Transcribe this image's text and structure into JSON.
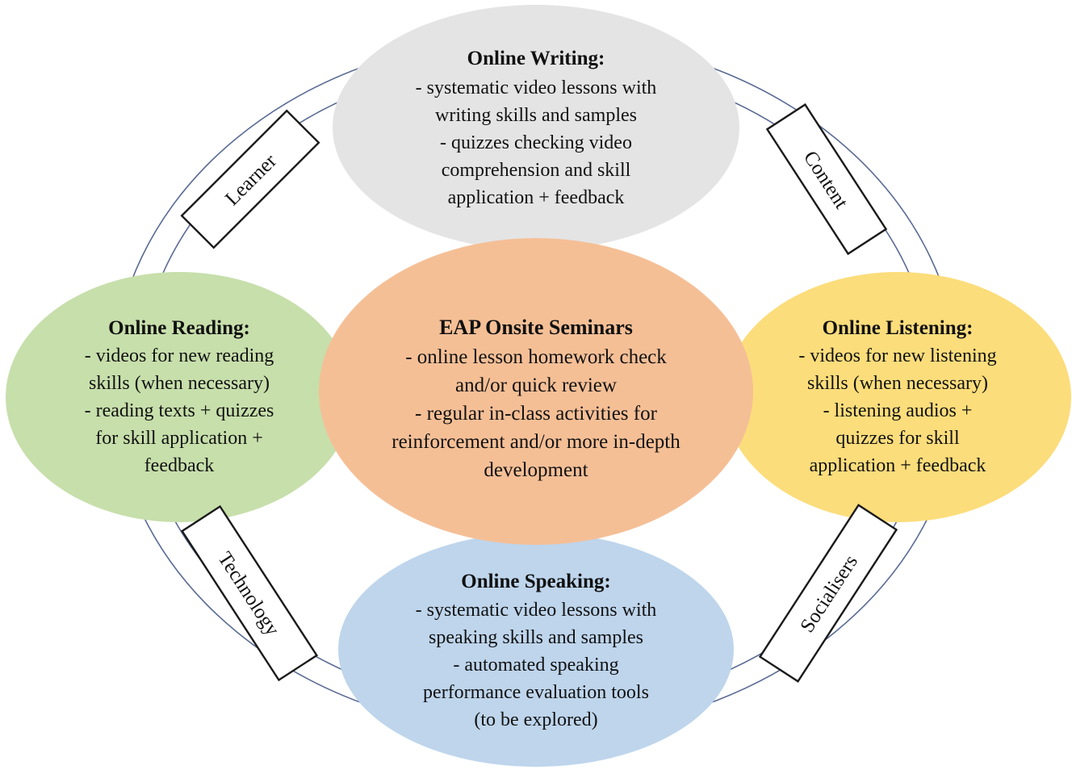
{
  "diagram": {
    "type": "venn-cluster-diagram",
    "background_color": "#ffffff",
    "ring": {
      "stroke_color": "#5a6b94",
      "stroke_width": 1.6,
      "description": "two thin concentric arcs forming a ring behind the ellipses"
    },
    "center_node": {
      "id": "eap-onsite-seminars",
      "color": "#f5bf96",
      "title": "EAP Onsite Seminars",
      "lines": [
        "- online lesson homework check",
        "and/or quick review",
        "- regular in-class activities for",
        "reinforcement and/or more in-depth",
        "development"
      ]
    },
    "nodes": [
      {
        "id": "online-writing",
        "position": "top",
        "color": "#e4e4e4",
        "title": "Online Writing:",
        "lines": [
          "- systematic video lessons with",
          "writing skills and samples",
          "- quizzes checking video",
          "comprehension and skill",
          "application + feedback"
        ]
      },
      {
        "id": "online-reading",
        "position": "left",
        "color": "#c7dfab",
        "title": "Online Reading:",
        "lines": [
          "- videos for new reading",
          "skills (when necessary)",
          "- reading texts + quizzes",
          "for skill application +",
          "feedback"
        ]
      },
      {
        "id": "online-listening",
        "position": "right",
        "color": "#fcdd7b",
        "title": "Online Listening:",
        "lines": [
          "- videos for new listening",
          "skills (when necessary)",
          "- listening audios +",
          "quizzes for skill",
          "application + feedback"
        ]
      },
      {
        "id": "online-speaking",
        "position": "bottom",
        "color": "#bed5ec",
        "title": "Online Speaking:",
        "lines": [
          "- systematic video lessons with",
          "speaking skills and samples",
          "- automated speaking",
          "performance evaluation tools",
          "(to be explored)"
        ]
      }
    ],
    "tags": [
      {
        "id": "tag-learner",
        "label": "Learner",
        "position": "top-left",
        "rotation_deg": -45
      },
      {
        "id": "tag-content",
        "label": "Content",
        "position": "top-right",
        "rotation_deg": 57
      },
      {
        "id": "tag-technology",
        "label": "Technology",
        "position": "bottom-left",
        "rotation_deg": 57
      },
      {
        "id": "tag-socialisers",
        "label": "Socialisers",
        "position": "bottom-right",
        "rotation_deg": -57
      }
    ]
  }
}
